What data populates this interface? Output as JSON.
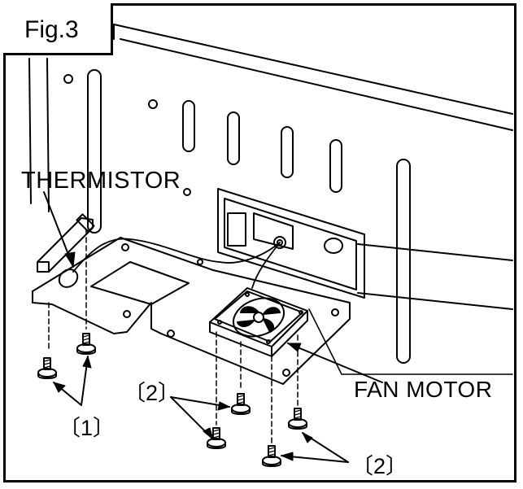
{
  "figure": {
    "label": "Fig.3"
  },
  "callouts": {
    "thermistor": "THERMISTOR",
    "fan_motor": "FAN MOTOR",
    "screw_1": "〔1〕",
    "screw_2a": "〔2〕",
    "screw_2b": "〔2〕"
  },
  "icons": [
    "thermistor-icon",
    "fan-icon",
    "screw-icon"
  ],
  "colors": {
    "line": "#000000",
    "background": "#ffffff"
  }
}
